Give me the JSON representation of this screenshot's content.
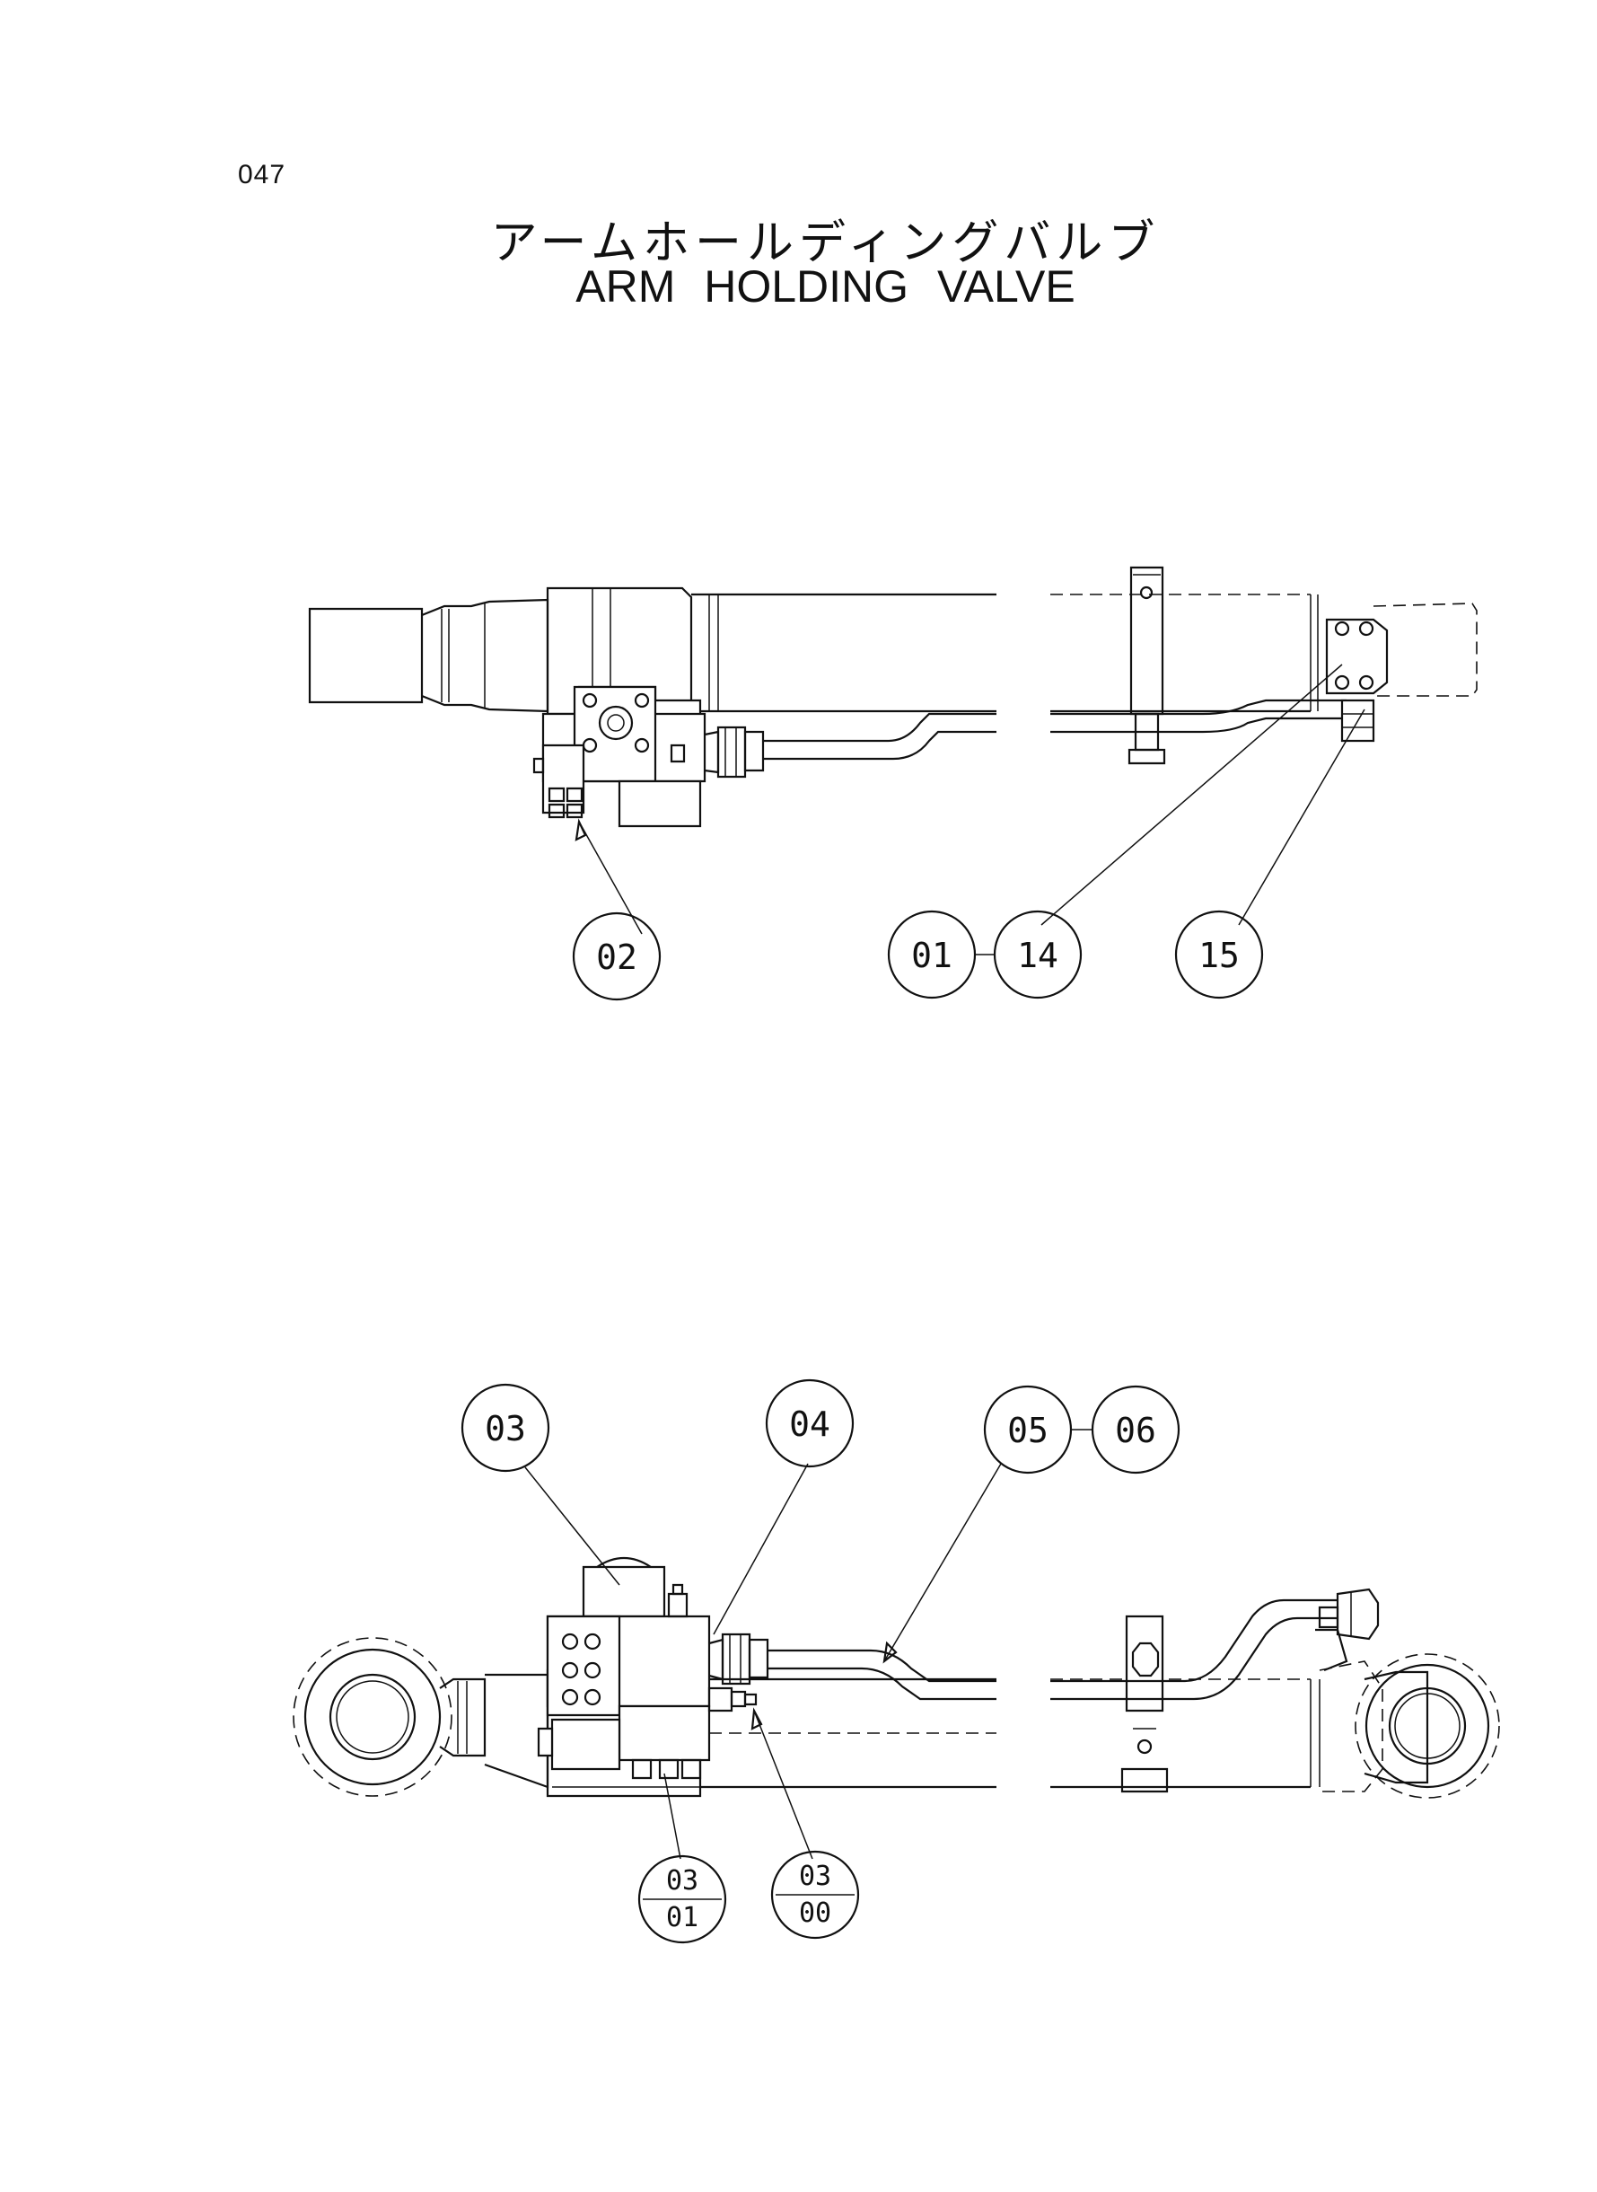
{
  "header": {
    "page_number": "047",
    "title_jp": "アームホールディングバルブ",
    "title_en": "ARM HOLDING VALVE"
  },
  "callouts_top": {
    "c02": "02",
    "c01": "01",
    "c14": "14",
    "c15": "15"
  },
  "callouts_bottom": {
    "c03": "03",
    "c04": "04",
    "c05": "05",
    "c06": "06",
    "frac_left_top": "03",
    "frac_left_bottom": "01",
    "frac_right_top": "03",
    "frac_right_bottom": "00"
  }
}
